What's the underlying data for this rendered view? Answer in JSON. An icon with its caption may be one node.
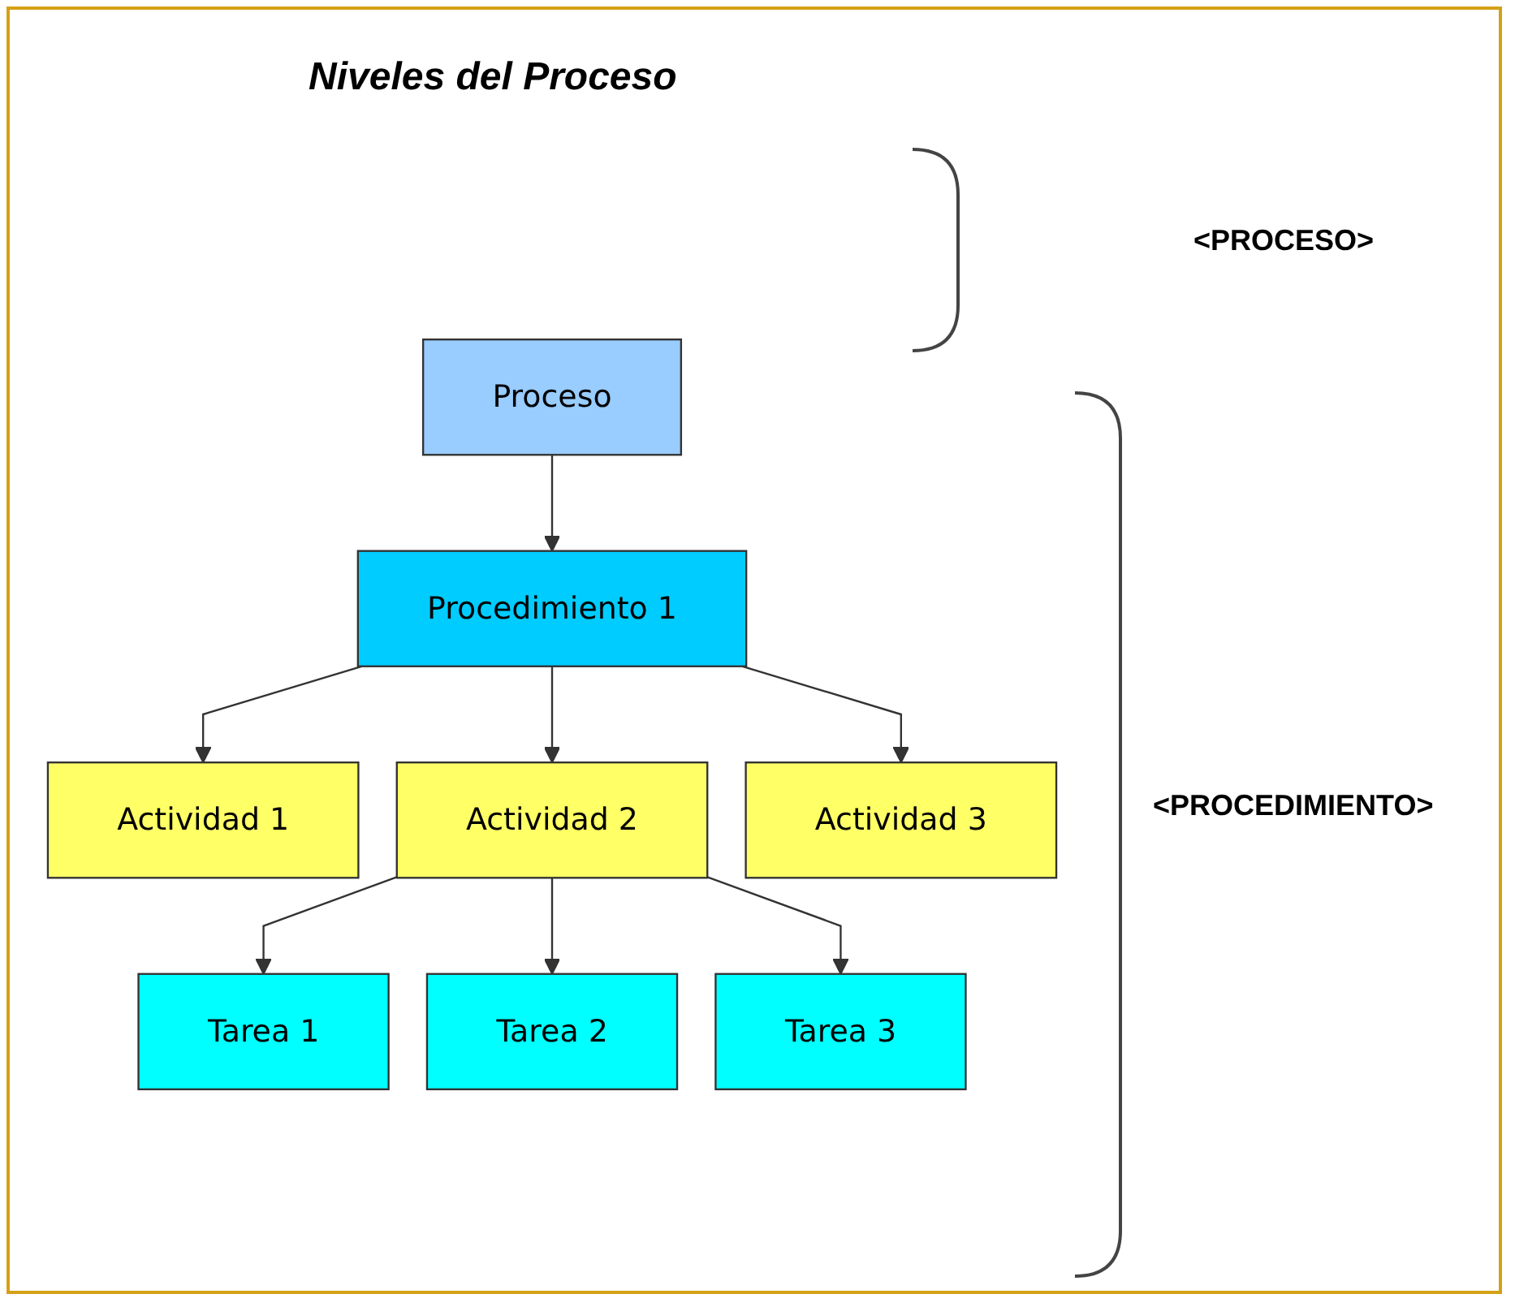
{
  "diagram": {
    "title": "Niveles del Proceso",
    "nodes": [
      {
        "text": [
          "Proceso"
        ]
      },
      {
        "text": [
          "Procedimiento 1"
        ]
      },
      {
        "text": [
          "Actividad 1"
        ]
      },
      {
        "text": [
          "Actividad 2"
        ]
      },
      {
        "text": [
          "Actividad 3"
        ]
      },
      {
        "text": [
          "Tarea 1"
        ]
      },
      {
        "text": [
          "Tarea 2"
        ]
      },
      {
        "text": [
          "Tarea 3"
        ]
      }
    ],
    "edges": [
      {
        "from": 0,
        "to": 1,
        "arrow": "to"
      },
      {
        "from": 1,
        "to": 2,
        "arrow": "to"
      },
      {
        "from": 1,
        "to": 3,
        "arrow": "to"
      },
      {
        "from": 1,
        "to": 4,
        "arrow": "to"
      },
      {
        "from": 3,
        "to": 5,
        "arrow": "to"
      },
      {
        "from": 3,
        "to": 6,
        "arrow": "to"
      },
      {
        "from": 3,
        "to": 7,
        "arrow": "to"
      }
    ],
    "labels": [
      "<PROCESO>",
      "<PROCEDIMIENTO>"
    ]
  }
}
